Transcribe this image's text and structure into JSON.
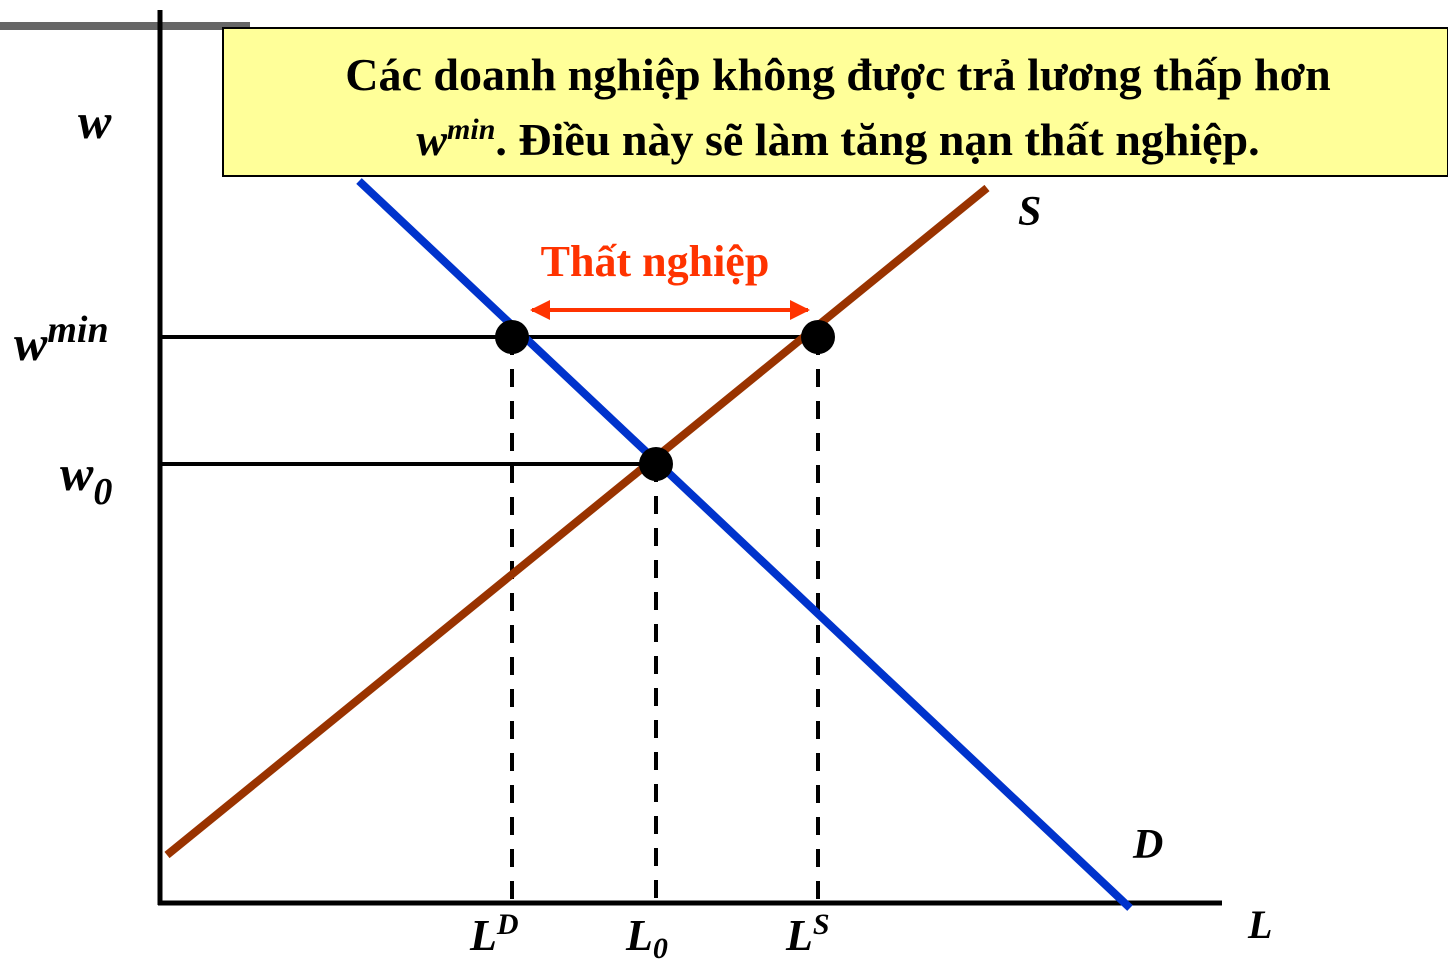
{
  "callout": {
    "line1": "Các doanh nghiệp không được trả lương thấp hơn",
    "line2_var": "w",
    "line2_sup": "min",
    "line2_rest": ". Điều này sẽ làm tăng nạn thất nghiệp.",
    "fill": "#ffff99"
  },
  "axes": {
    "y_label": "w",
    "x_label": "L"
  },
  "price_levels": {
    "wmin_base": "w",
    "wmin_sup": "min",
    "w0_base": "w",
    "w0_sub": "0"
  },
  "quantity_levels": {
    "LD_base": "L",
    "LD_sup": "D",
    "L0_base": "L",
    "L0_sub": "0",
    "LS_base": "L",
    "LS_sup": "S"
  },
  "curves": {
    "supply_label": "S",
    "demand_label": "D",
    "supply_color": "#993300",
    "demand_color": "#0033cc"
  },
  "annotation": {
    "unemployment_label": "Thất nghiệp",
    "color": "#ff3300"
  }
}
